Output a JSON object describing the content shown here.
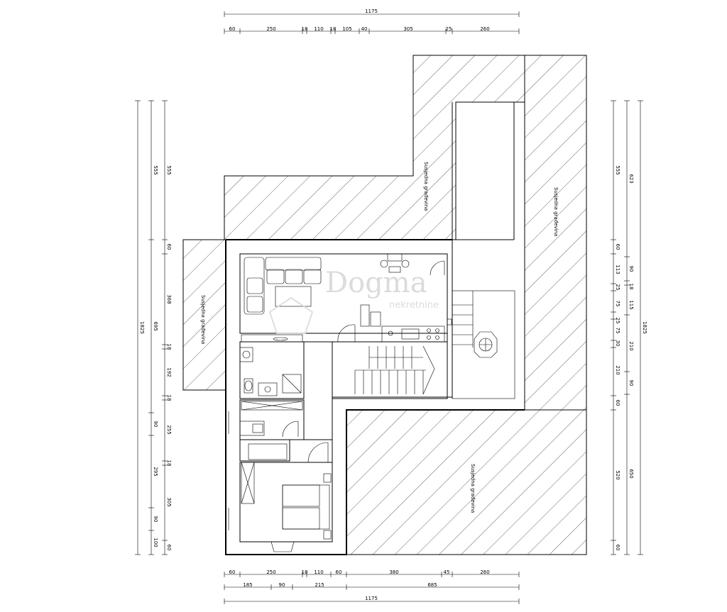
{
  "dimensions": {
    "top_total": "1175",
    "top_row": [
      "60",
      "250",
      "18",
      "110",
      "18",
      "105",
      "40",
      "305",
      "25",
      "260"
    ],
    "bottom_row1": [
      "60",
      "250",
      "18",
      "110",
      "60",
      "380",
      "45",
      "260"
    ],
    "bottom_row2": [
      "185",
      "90",
      "215",
      "685"
    ],
    "bottom_total": "1175",
    "left_outer": "1825",
    "left_mid": [
      "555",
      "695",
      "90",
      "295",
      "90",
      "100"
    ],
    "left_inner": [
      "555",
      "60",
      "368",
      "18",
      "192",
      "18",
      "255",
      "18",
      "305",
      "60"
    ],
    "right_inner": [
      "555",
      "60",
      "113",
      "25",
      "75",
      "25",
      "75",
      "30",
      "210",
      "60",
      "520",
      "60"
    ],
    "right_mid": [
      "623",
      "90",
      "18",
      "115",
      "210",
      "90",
      "650"
    ],
    "right_outer": "1825"
  },
  "labels": {
    "neighbor_top": "Susjedna građevina",
    "neighbor_right": "Susjedna građevina",
    "neighbor_left": "Susjedna građevina",
    "neighbor_bottom": "Susjedna građevina"
  },
  "watermark": {
    "brand": "Dogma",
    "sub": "nekretnine"
  }
}
